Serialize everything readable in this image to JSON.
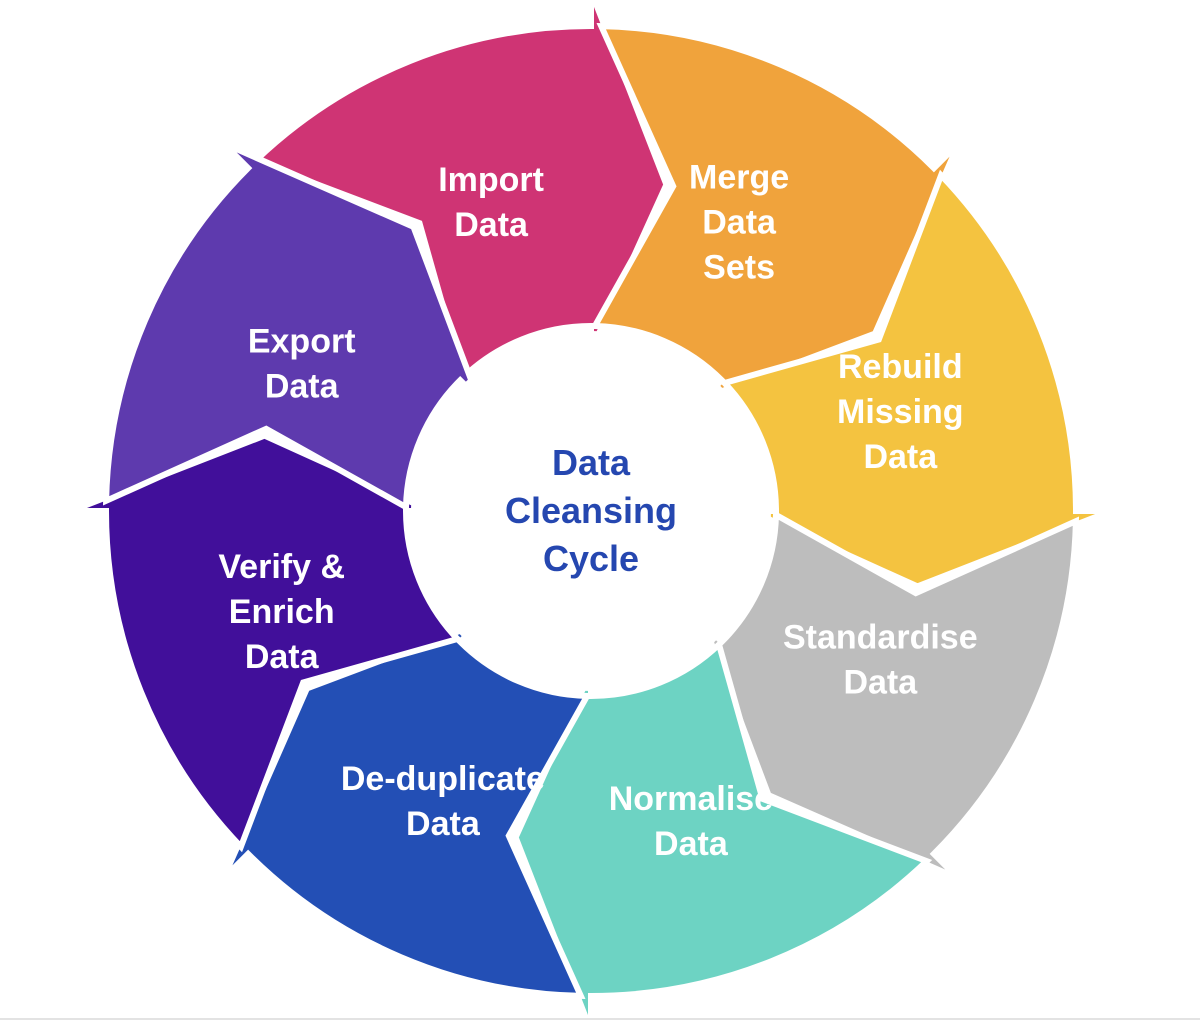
{
  "diagram": {
    "center": {
      "lines": [
        "Data",
        "Cleansing",
        "Cycle"
      ],
      "color": "#2547b0"
    },
    "steps": [
      {
        "id": "import-data",
        "lines": [
          "Import",
          "Data"
        ],
        "color": "#cf3474"
      },
      {
        "id": "merge-data-sets",
        "lines": [
          "Merge",
          "Data",
          "Sets"
        ],
        "color": "#f0a33c"
      },
      {
        "id": "rebuild-missing-data",
        "lines": [
          "Rebuild",
          "Missing",
          "Data"
        ],
        "color": "#f4c340"
      },
      {
        "id": "standardise-data",
        "lines": [
          "Standardise",
          "Data"
        ],
        "color": "#bdbdbd"
      },
      {
        "id": "normalise-data",
        "lines": [
          "Normalise",
          "Data"
        ],
        "color": "#6dd3c3"
      },
      {
        "id": "de-duplicate-data",
        "lines": [
          "De-duplicate",
          "Data"
        ],
        "color": "#234fb5"
      },
      {
        "id": "verify-enrich-data",
        "lines": [
          "Verify &",
          "Enrich",
          "Data"
        ],
        "color": "#410f9a"
      },
      {
        "id": "export-data",
        "lines": [
          "Export",
          "Data"
        ],
        "color": "#5e3aae"
      }
    ]
  }
}
